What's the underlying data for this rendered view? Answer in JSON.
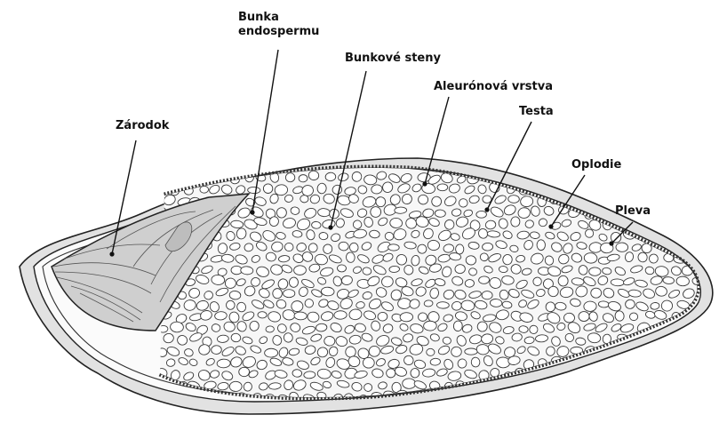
{
  "labels": {
    "bunka_line1": "Bunka",
    "bunka_line2": "endospermu",
    "bunkove_steny": "Bunkové steny",
    "aleuronova_vrstva": "Aleurónová vrstva",
    "testa": "Testa",
    "zarodok": "Zárodok",
    "oplodie": "Oplodie",
    "pleva": "Pleva"
  },
  "colors": {
    "ink": "#111111",
    "husk": "#e2e2e2",
    "embryo": "#cfcfcf",
    "endosperm": "#f7f7f7"
  }
}
